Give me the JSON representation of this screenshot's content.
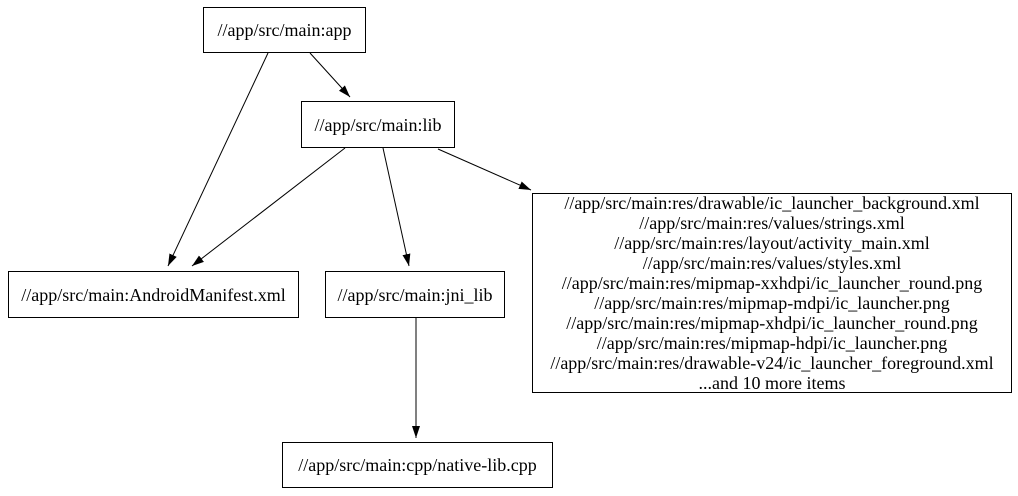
{
  "diagram": {
    "type": "dependency-graph",
    "background_color": "#ffffff",
    "node_fill_color": "#ffffff",
    "node_border_color": "#000000",
    "edge_color": "#000000",
    "nodes": {
      "app": {
        "label": "//app/src/main:app"
      },
      "lib": {
        "label": "//app/src/main:lib"
      },
      "manifest": {
        "label": "//app/src/main:AndroidManifest.xml"
      },
      "jni_lib": {
        "label": "//app/src/main:jni_lib"
      },
      "res_group": {
        "lines": [
          "//app/src/main:res/drawable/ic_launcher_background.xml",
          "//app/src/main:res/values/strings.xml",
          "//app/src/main:res/layout/activity_main.xml",
          "//app/src/main:res/values/styles.xml",
          "//app/src/main:res/mipmap-xxhdpi/ic_launcher_round.png",
          "//app/src/main:res/mipmap-mdpi/ic_launcher.png",
          "//app/src/main:res/mipmap-xhdpi/ic_launcher_round.png",
          "//app/src/main:res/mipmap-hdpi/ic_launcher.png",
          "//app/src/main:res/drawable-v24/ic_launcher_foreground.xml",
          "...and 10 more items"
        ]
      },
      "cpp": {
        "label": "//app/src/main:cpp/native-lib.cpp"
      }
    },
    "edges": [
      {
        "from": "app",
        "to": "lib"
      },
      {
        "from": "app",
        "to": "manifest"
      },
      {
        "from": "lib",
        "to": "manifest"
      },
      {
        "from": "lib",
        "to": "jni_lib"
      },
      {
        "from": "lib",
        "to": "res_group"
      },
      {
        "from": "jni_lib",
        "to": "cpp"
      }
    ]
  }
}
